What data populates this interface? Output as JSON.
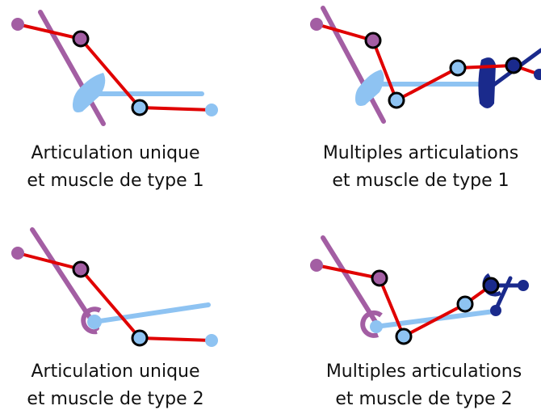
{
  "colors": {
    "limb_purple": "#a35ea3",
    "limb_light_blue": "#8ec3f2",
    "limb_dark_blue": "#1a2a8c",
    "chain_red": "#e00000",
    "joint_outline": "#000000"
  },
  "panels": [
    {
      "caption_line1": "Articulation unique",
      "caption_line2": "et muscle de type 1"
    },
    {
      "caption_line1": "Multiples articulations",
      "caption_line2": "et muscle de type 1"
    },
    {
      "caption_line1": "Articulation unique",
      "caption_line2": "et muscle de type 2"
    },
    {
      "caption_line1": "Multiples articulations",
      "caption_line2": "et muscle de type 2"
    }
  ]
}
